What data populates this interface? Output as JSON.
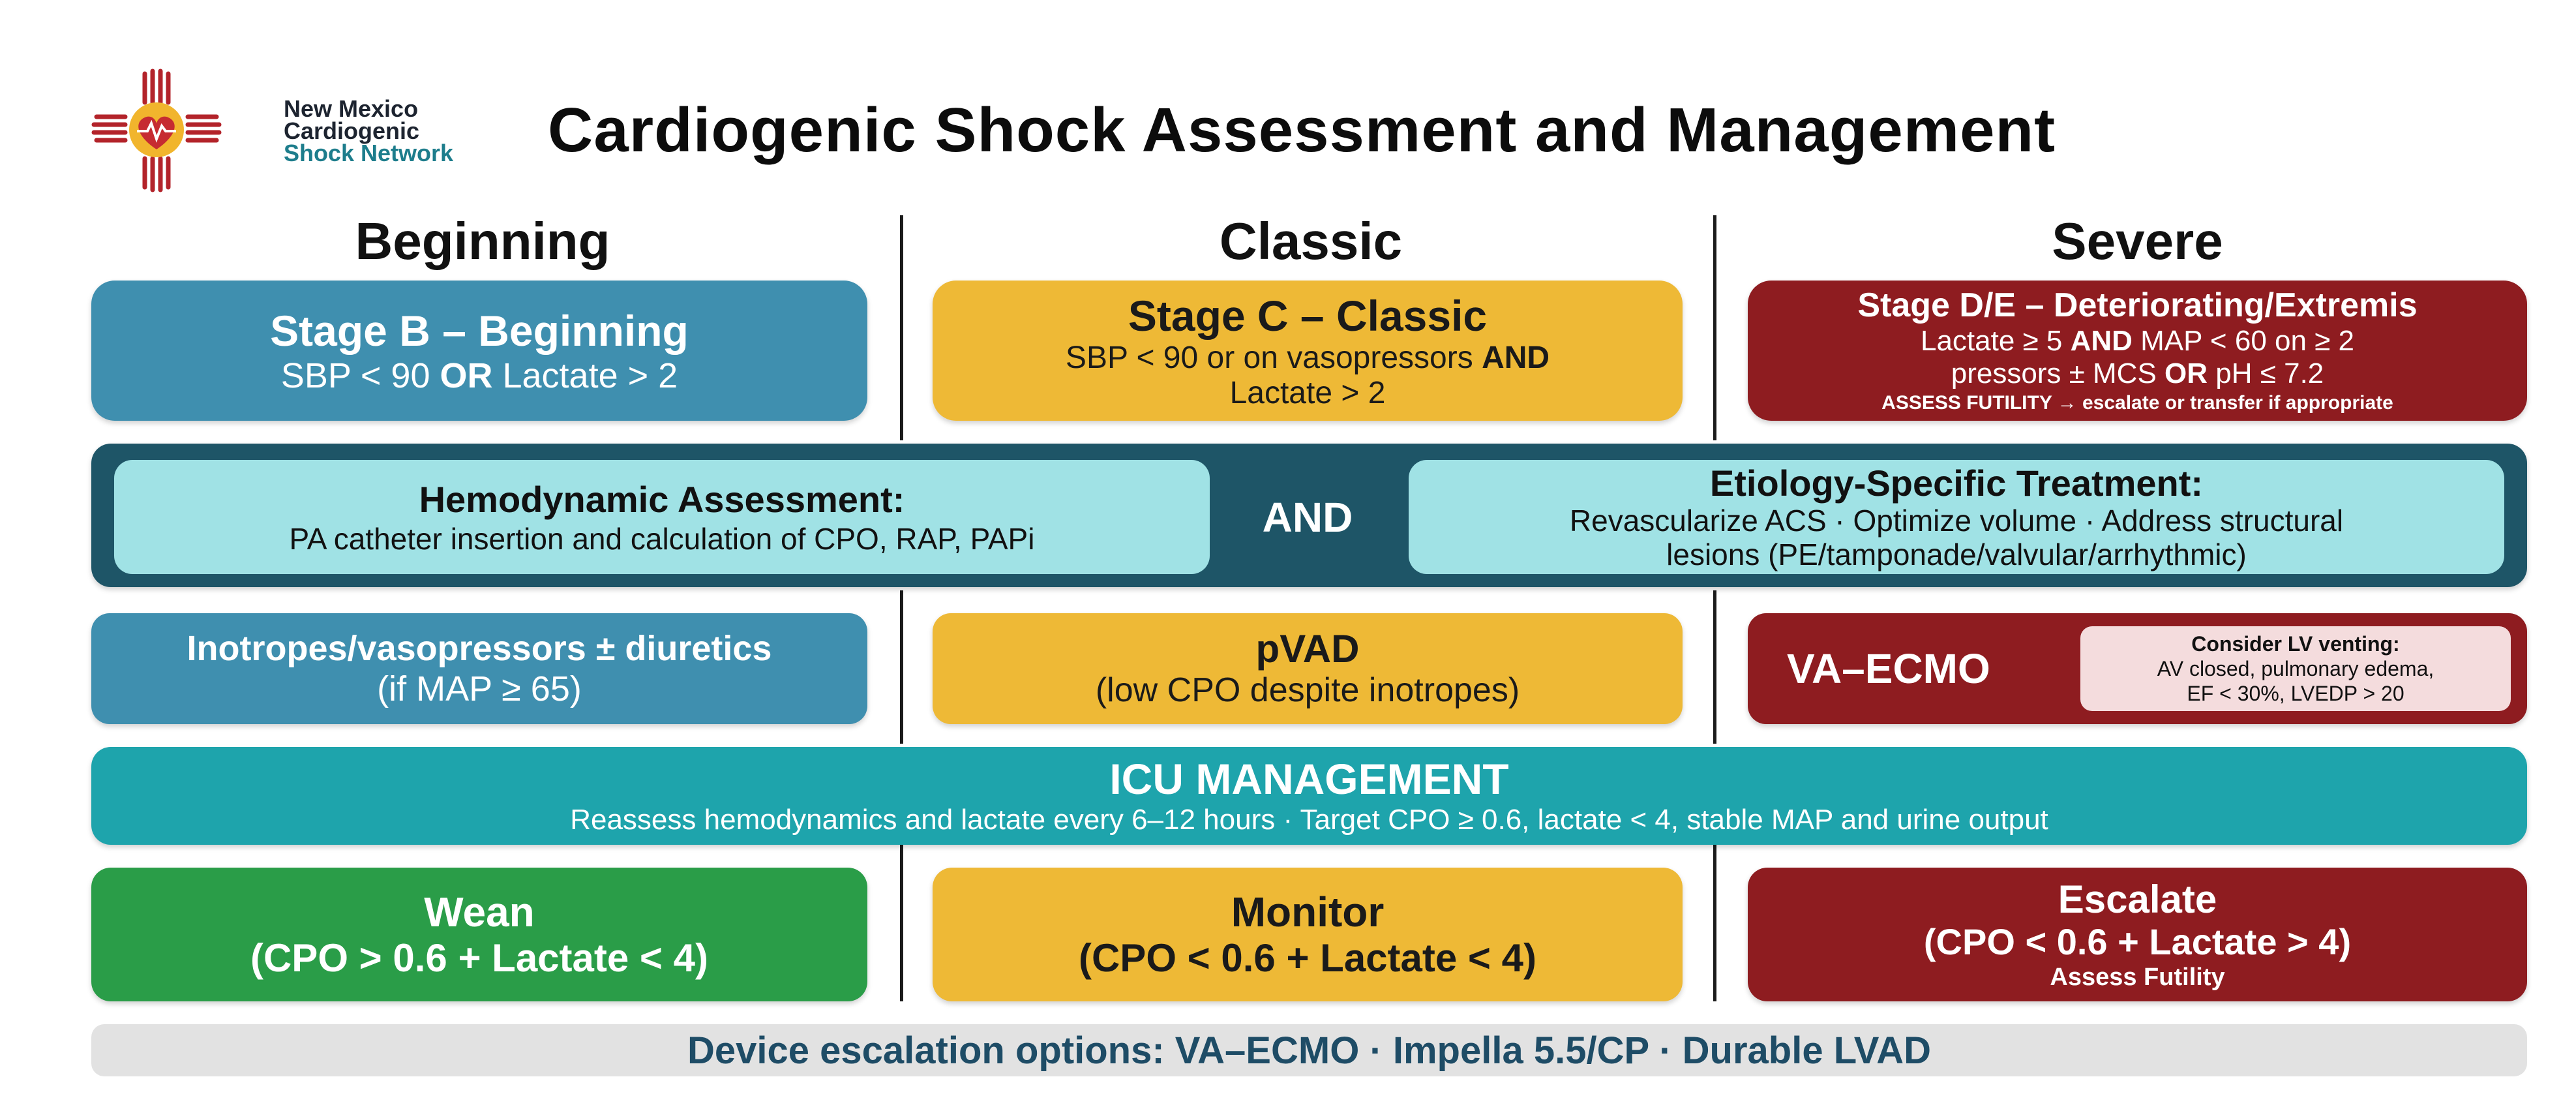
{
  "header": {
    "org_line1": "New Mexico",
    "org_line2": "Cardiogenic",
    "org_line3": "Shock Network",
    "title": "Cardiogenic Shock Assessment and Management"
  },
  "columns": [
    "Beginning",
    "Classic",
    "Severe"
  ],
  "stages": {
    "b": {
      "title": "Stage B – Beginning",
      "criteria_a": "SBP < 90 ",
      "criteria_or": "OR",
      "criteria_b": " Lactate > 2"
    },
    "c": {
      "title": "Stage C – Classic",
      "line1_a": "SBP < 90 or on vasopressors ",
      "line1_and": "AND",
      "line2": "Lactate > 2"
    },
    "de": {
      "title": "Stage D/E – Deteriorating/Extremis",
      "line1_a": "Lactate ≥ 5 ",
      "line1_and": "AND",
      "line1_b": " MAP < 60 on ≥ 2",
      "line2_a": "pressors ± MCS ",
      "line2_or": "OR",
      "line2_b": " pH ≤ 7.2",
      "line3": "ASSESS FUTILITY → escalate or transfer if appropriate"
    }
  },
  "assessment": {
    "hemo_title": "Hemodynamic Assessment:",
    "hemo_desc": "PA catheter insertion and calculation of CPO, RAP, PAPi",
    "connector": "AND",
    "etio_title": "Etiology-Specific Treatment:",
    "etio_line1": "Revascularize ACS · Optimize volume · Address structural",
    "etio_line2": "lesions (PE/tamponade/valvular/arrhythmic)"
  },
  "support": {
    "b": {
      "line1": "Inotropes/vasopressors ± diuretics",
      "line2": "(if MAP ≥ 65)"
    },
    "c": {
      "line1": "pVAD",
      "line2": "(low CPO despite inotropes)"
    },
    "de": {
      "label": "VA–ECMO",
      "note_title": "Consider LV venting:",
      "note_line1": "AV closed, pulmonary edema,",
      "note_line2": "EF < 30%, LVEDP > 20"
    }
  },
  "icu": {
    "title": "ICU MANAGEMENT",
    "desc": "Reassess hemodynamics and lactate every 6–12 hours · Target CPO ≥ 0.6, lactate < 4, stable MAP and urine output"
  },
  "outcomes": {
    "wean": {
      "title": "Wean",
      "criteria": "(CPO > 0.6 + Lactate < 4)"
    },
    "monitor": {
      "title": "Monitor",
      "criteria": "(CPO < 0.6 + Lactate < 4)"
    },
    "escalate": {
      "title": "Escalate",
      "criteria": "(CPO < 0.6 + Lactate > 4)",
      "note": "Assess Futility"
    }
  },
  "footer": {
    "text": "Device escalation options: VA–ECMO · Impella 5.5/CP · Durable LVAD"
  },
  "colors": {
    "blue": "#3f8faf",
    "gold": "#eeb936",
    "red": "#8e1c20",
    "green": "#2a9d48",
    "teal": "#1ea4ac",
    "dark_teal": "#1e5567",
    "light_teal": "#a0e2e5"
  }
}
